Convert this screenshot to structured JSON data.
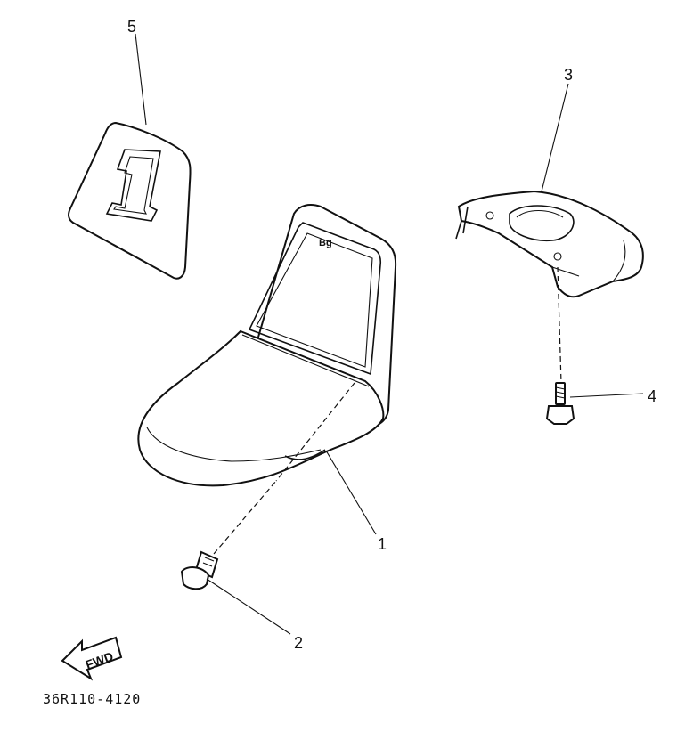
{
  "diagram": {
    "callouts": [
      {
        "id": "1",
        "label": "1"
      },
      {
        "id": "2",
        "label": "2"
      },
      {
        "id": "3",
        "label": "3"
      },
      {
        "id": "4",
        "label": "4"
      },
      {
        "id": "5",
        "label": "5"
      }
    ],
    "seat_marking": "Bg",
    "emblem_number": "1",
    "direction_arrow_label": "FWD",
    "drawing_code": "36R110-4120"
  }
}
